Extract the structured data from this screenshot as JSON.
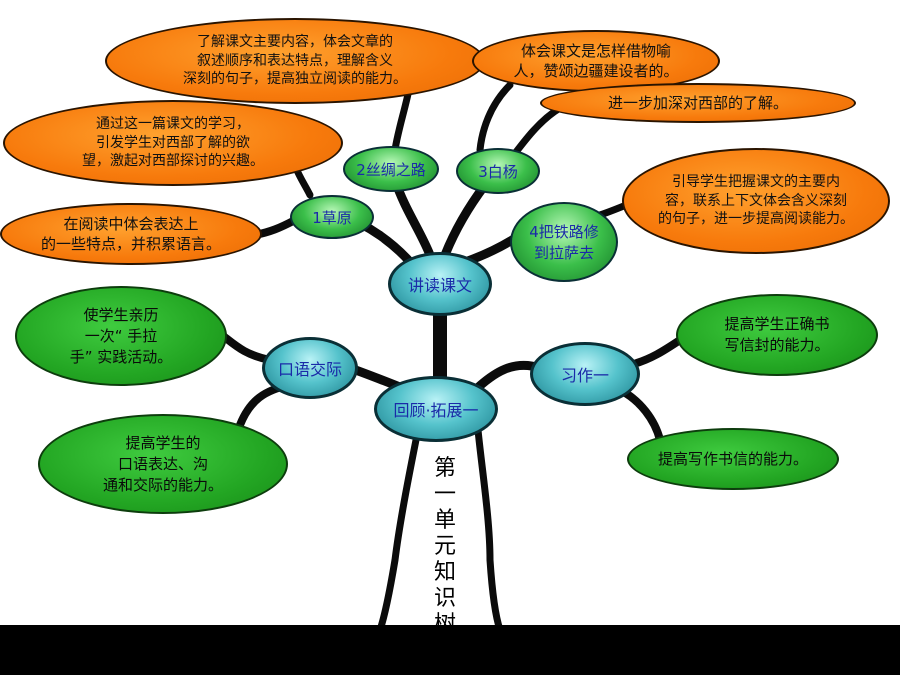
{
  "trunk_title": "第\n一\n单\n元\n知\n识\n树",
  "hubs": {
    "reading": "讲读课文",
    "review": "回顾·拓展一",
    "speaking": "口语交际",
    "writing": "习作一"
  },
  "lessons": {
    "l1": "1草原",
    "l2": "2丝绸之路",
    "l3": "3白杨",
    "l4": "4把铁路修\n到拉萨去"
  },
  "goals": {
    "g1": "了解课文主要内容，体会文章的\n叙述顺序和表达特点，理解含义\n深刻的句子，提高独立阅读的能力。",
    "g2": "体会课文是怎样借物喻\n人，赞颂边疆建设者的。",
    "g3": "进一步加深对西部的了解。",
    "g4": "通过这一篇课文的学习，\n引发学生对西部了解的欲\n望，激起对西部探讨的兴趣。",
    "g5": "在阅读中体会表达上\n的一些特点，并积累语言。",
    "g6": "引导学生把握课文的主要内\n容，联系上下文体会含义深刻\n的句子，进一步提高阅读能力。",
    "g7": "使学生亲历\n一次“ 手拉\n手” 实践活动。",
    "g8": "提高学生的\n口语表达、沟\n通和交际的能力。",
    "g9": "提高学生正确书\n写信封的能力。",
    "g10": "提高写作书信的能力。"
  },
  "colors": {
    "orange": "#f77a0c",
    "green": "#23a623",
    "teal": "#1b7f8c",
    "label_blue": "#1a2aa8"
  }
}
